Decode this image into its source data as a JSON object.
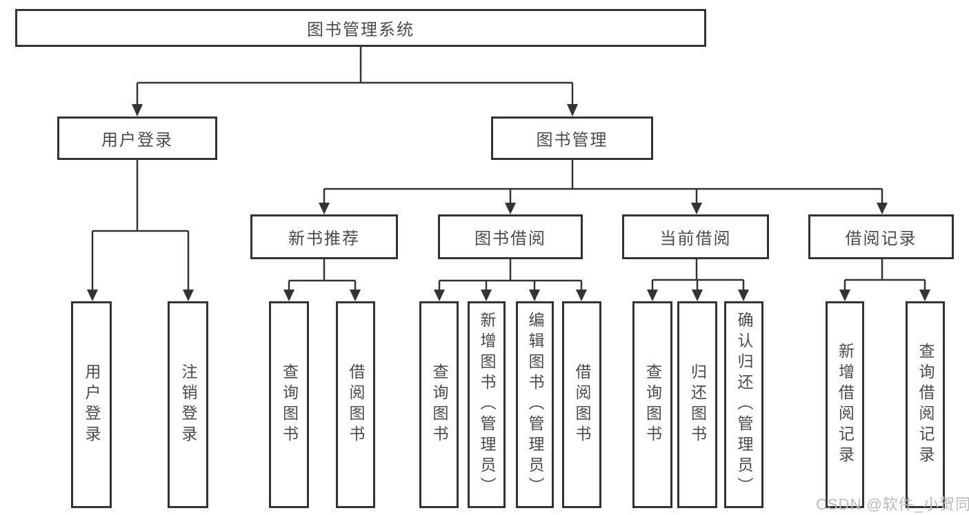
{
  "tree": {
    "root": "图书管理系统",
    "level2": [
      "用户登录",
      "图书管理"
    ],
    "user_login_children": [
      "用户登录",
      "注销登录"
    ],
    "book_mgmt_children": [
      "新书推荐",
      "图书借阅",
      "当前借阅",
      "借阅记录"
    ],
    "xinshu_children": [
      "查询图书",
      "借阅图书"
    ],
    "jieyue_children": [
      "查询图书",
      "新增图书（管理员）",
      "编辑图书（管理员）",
      "借阅图书"
    ],
    "dangqian_children": [
      "查询图书",
      "归还图书",
      "确认归还（管理员）"
    ],
    "jilu_children": [
      "新增借阅记录",
      "查询借阅记录"
    ]
  },
  "watermark": "CSDN @软件_小贺同学",
  "colors": {
    "line": "#333333",
    "border": "#333333",
    "text": "#4a4a4a",
    "watermark": "#b9b9b9",
    "background": "#ffffff"
  }
}
